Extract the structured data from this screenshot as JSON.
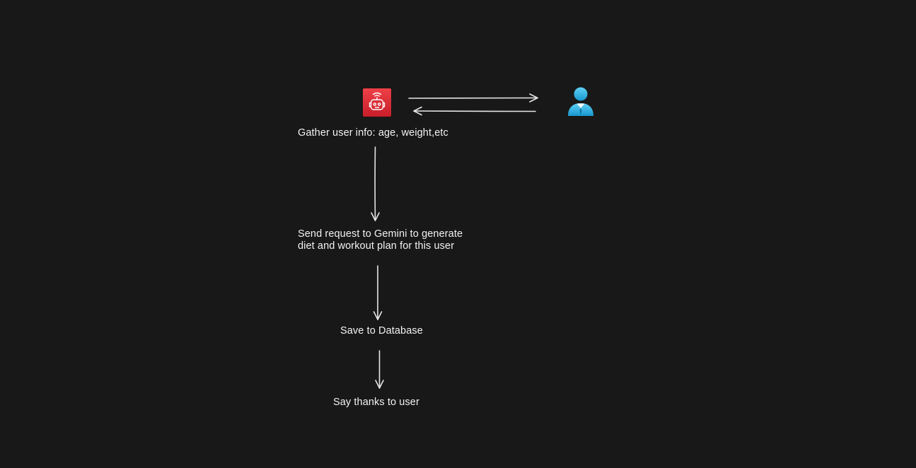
{
  "colors": {
    "background": "#181818",
    "text": "#f2f2f2",
    "arrow": "#e6e6e6",
    "bot_icon": "#e0323c",
    "user_icon": "#29b6e8"
  },
  "icons": {
    "bot": "robot-assistant-icon",
    "user": "user-avatar-icon"
  },
  "steps": {
    "gather": "Gather user info: age, weight,etc",
    "send_line1": "Send request to Gemini to generate",
    "send_line2": "diet and workout plan for this user",
    "save": "Save to Database",
    "thanks": "Say thanks to user"
  }
}
